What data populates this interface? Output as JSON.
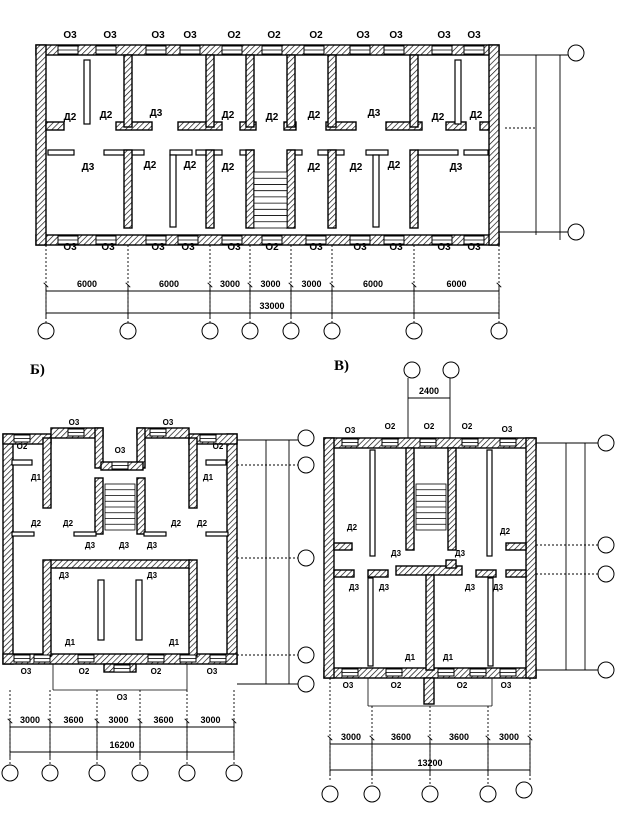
{
  "sections": {
    "b": "Б)",
    "v": "В)"
  },
  "labels": {
    "o3": "О3",
    "o2": "О2",
    "d1": "Д1",
    "d2": "Д2",
    "d3": "Д3"
  },
  "plan_a": {
    "dims": [
      "6000",
      "6000",
      "3000",
      "3000",
      "3000",
      "6000",
      "6000"
    ],
    "total": "33000"
  },
  "plan_b": {
    "dims": [
      "3000",
      "3600",
      "3000",
      "3600",
      "3000"
    ],
    "total": "16200"
  },
  "plan_v": {
    "stair_dim": "2400",
    "dims": [
      "3000",
      "3600",
      "3600",
      "3000"
    ],
    "total": "13200"
  }
}
